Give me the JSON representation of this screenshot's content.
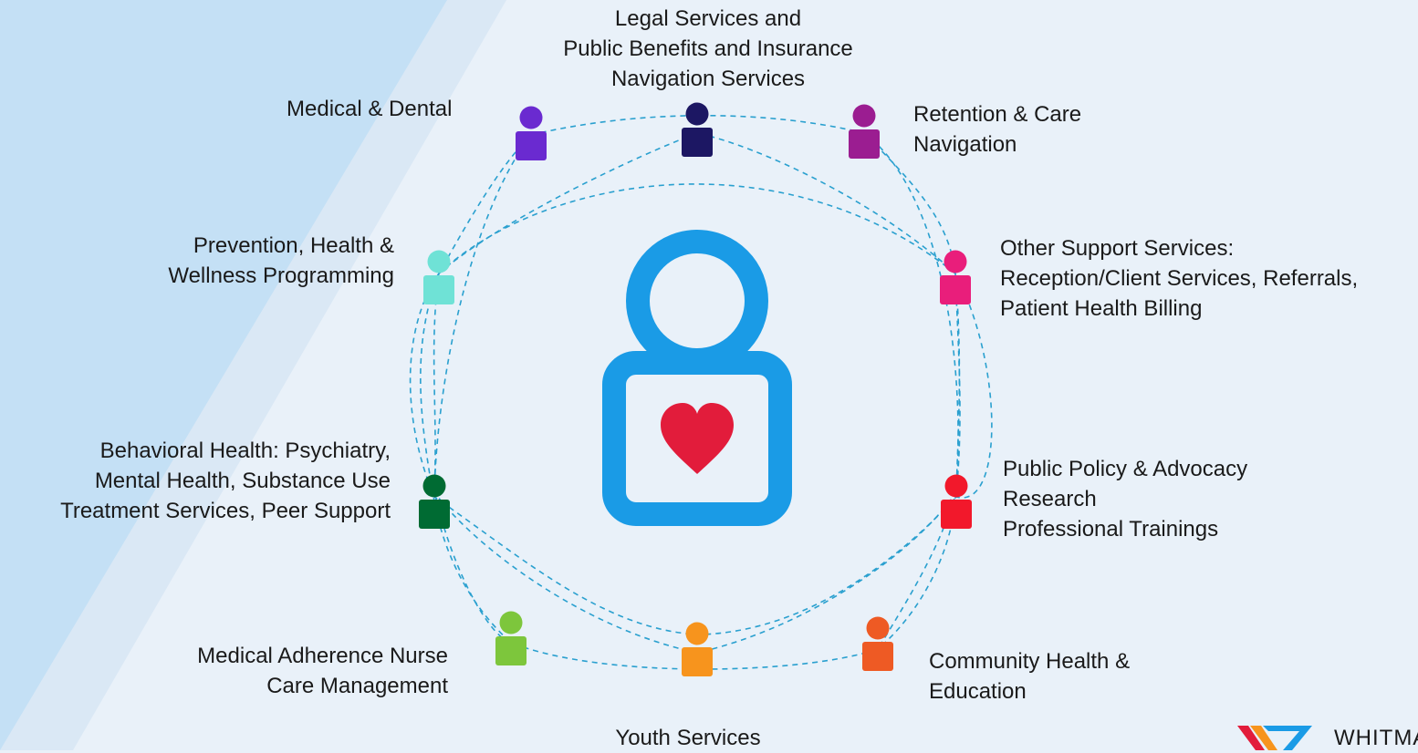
{
  "center_icon": {
    "name": "person-heart-icon",
    "outline_color": "#1a9be6",
    "heart_color": "#e21c3b"
  },
  "services": [
    {
      "id": "medical-dental",
      "label": "Medical & Dental",
      "color": "#6a2ad0"
    },
    {
      "id": "legal-services",
      "label": "Legal Services and\nPublic Benefits and Insurance\nNavigation Services",
      "color": "#1c1763"
    },
    {
      "id": "retention-care",
      "label": "Retention & Care\nNavigation",
      "color": "#9b1d91"
    },
    {
      "id": "prevention-health",
      "label": "Prevention, Health &\nWellness Programming",
      "color": "#6fe2d6"
    },
    {
      "id": "other-support",
      "label": "Other Support Services:\nReception/Client Services, Referrals,\nPatient Health Billing",
      "color": "#e91e7b"
    },
    {
      "id": "behavioral-health",
      "label": "Behavioral Health: Psychiatry,\nMental Health, Substance Use\nTreatment Services, Peer Support",
      "color": "#006b33"
    },
    {
      "id": "public-policy",
      "label": "Public Policy & Advocacy\nResearch\nProfessional Trainings",
      "color": "#f2182b"
    },
    {
      "id": "medical-adherence",
      "label": "Medical Adherence Nurse\nCare Management",
      "color": "#7dc63c"
    },
    {
      "id": "community-health",
      "label": "Community Health &\nEducation",
      "color": "#ee5a24"
    },
    {
      "id": "youth-services",
      "label": "Youth Services",
      "color": "#f7941d"
    }
  ],
  "logo": {
    "text": "WHITMAN",
    "colors": [
      "#e21c3b",
      "#f7941d",
      "#1a9be6"
    ]
  },
  "connector_color": "#2aa0cf"
}
